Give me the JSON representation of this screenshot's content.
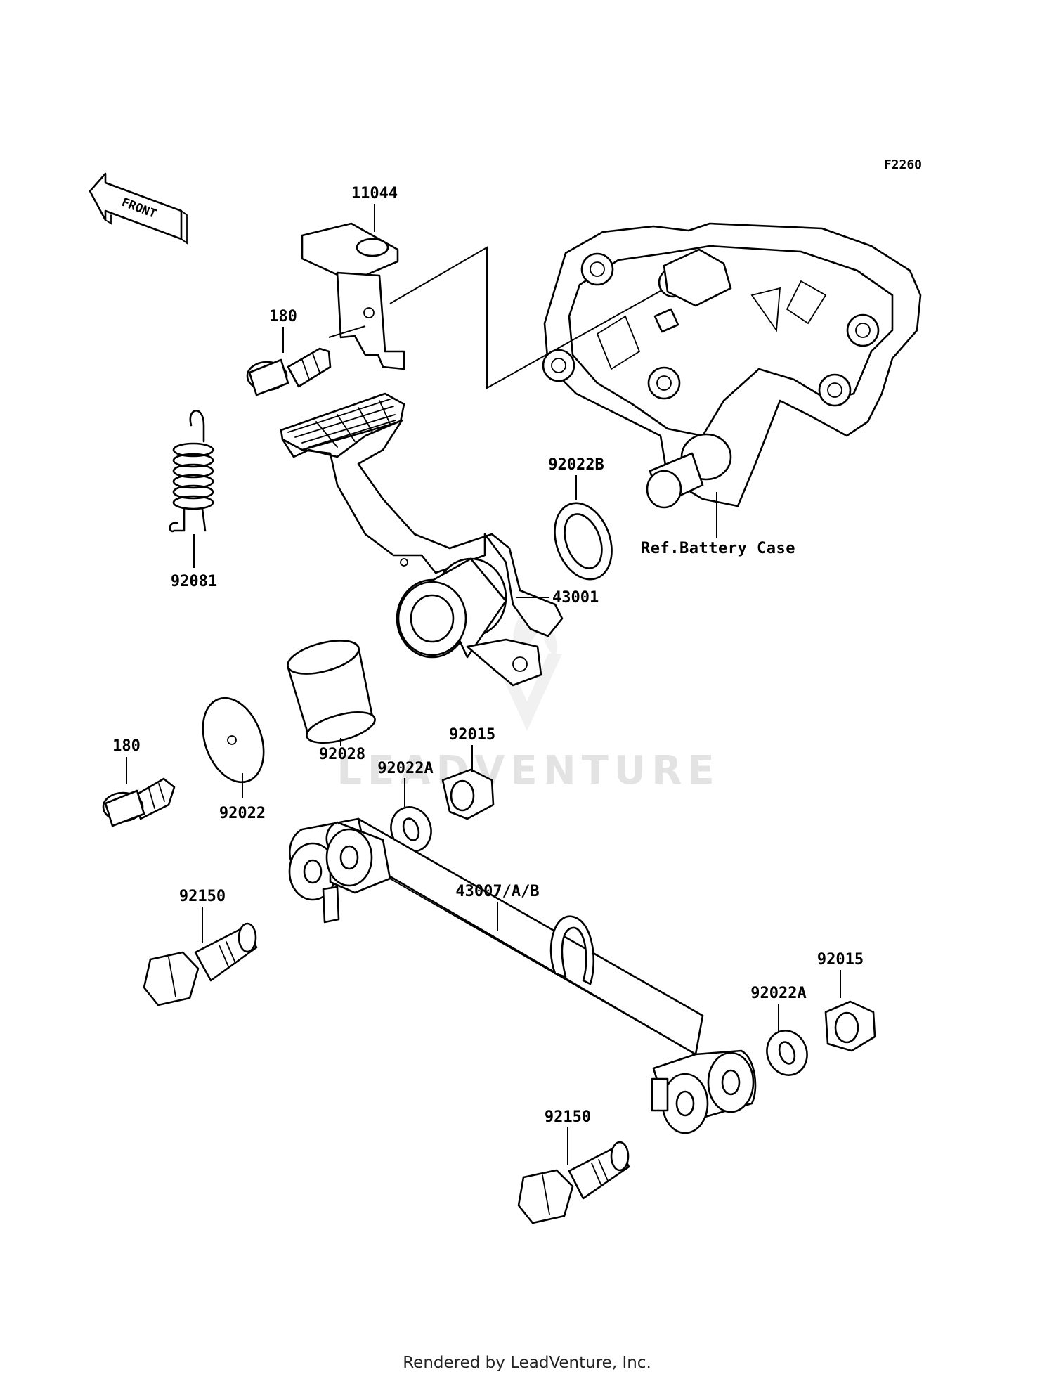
{
  "diagram_code": "F2260",
  "front_label": "FRONT",
  "watermark": "LEADVENTURE",
  "reference_label": "Ref.Battery Case",
  "callouts": {
    "p11044": "11044",
    "p180_top": "180",
    "p92081": "92081",
    "p92022B": "92022B",
    "p43001": "43001",
    "p92028": "92028",
    "p180_left": "180",
    "p92022": "92022",
    "p92015_mid": "92015",
    "p92022A_mid": "92022A",
    "p92150_left": "92150",
    "p43007": "43007/A/B",
    "p92015_right": "92015",
    "p92022A_right": "92022A",
    "p92150_bottom": "92150"
  },
  "footer": "Rendered by LeadVenture, Inc."
}
